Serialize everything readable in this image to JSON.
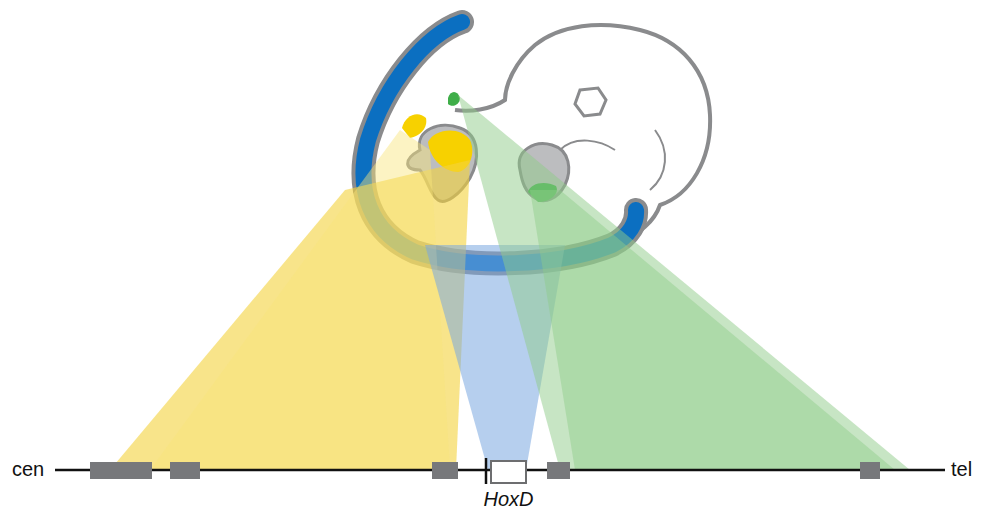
{
  "diagram": {
    "nodes": [
      {
        "text": [
          "HoxD"
        ]
      }
    ],
    "labels": [
      "cen",
      "tel"
    ]
  }
}
